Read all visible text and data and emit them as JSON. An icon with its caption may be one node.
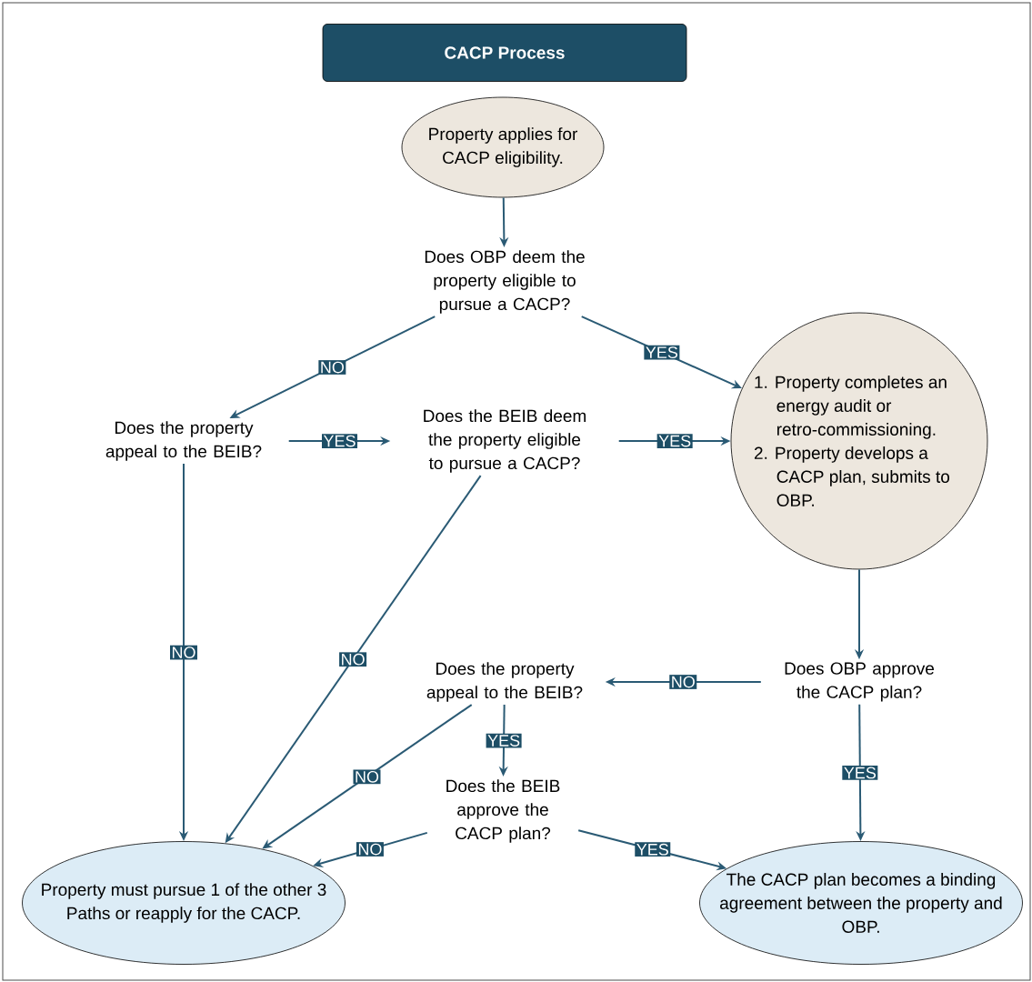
{
  "diagram": {
    "title": "CACP Process",
    "nodes": [
      {
        "text": [
          "Property applies for CACP eligibility."
        ]
      },
      {
        "text": [
          "Does OBP deem the property eligible to pursue a CACP?"
        ]
      },
      {
        "text": [
          "Does the property appeal to the BEIB?"
        ]
      },
      {
        "text": [
          "Does the BEIB deem the property eligible to pursue a CACP?"
        ]
      },
      {
        "text": [
          "1. Property completes an energy audit or retro-commissioning.",
          "2. Property develops a CACP plan, submits to OBP."
        ]
      },
      {
        "text": [
          "Does OBP approve the CACP plan?"
        ]
      },
      {
        "text": [
          "Does the property appeal to the BEIB?"
        ]
      },
      {
        "text": [
          "Does the BEIB approve the CACP plan?"
        ]
      },
      {
        "text": [
          "Property must pursue 1 of the other 3 Paths or reapply for the CACP."
        ]
      },
      {
        "text": [
          "The CACP plan becomes a binding agreement between the property and OBP."
        ]
      }
    ],
    "edges": [
      {
        "from": 0,
        "to": 1,
        "arrow": "to"
      },
      {
        "from": 1,
        "to": 2,
        "arrow": "to",
        "label": "NO"
      },
      {
        "from": 1,
        "to": 4,
        "arrow": "to",
        "label": "YES"
      },
      {
        "from": 2,
        "to": 3,
        "arrow": "to",
        "label": "YES"
      },
      {
        "from": 3,
        "to": 4,
        "arrow": "to",
        "label": "YES"
      },
      {
        "from": 2,
        "to": 8,
        "arrow": "to",
        "label": "NO"
      },
      {
        "from": 3,
        "to": 8,
        "arrow": "to",
        "label": "NO"
      },
      {
        "from": 4,
        "to": 5,
        "arrow": "to"
      },
      {
        "from": 5,
        "to": 6,
        "arrow": "to",
        "label": "NO"
      },
      {
        "from": 5,
        "to": 9,
        "arrow": "to",
        "label": "YES"
      },
      {
        "from": 6,
        "to": 7,
        "arrow": "to",
        "label": "YES"
      },
      {
        "from": 6,
        "to": 8,
        "arrow": "to",
        "label": "NO"
      },
      {
        "from": 7,
        "to": 8,
        "arrow": "to",
        "label": "NO"
      },
      {
        "from": 7,
        "to": 9,
        "arrow": "to",
        "label": "YES"
      }
    ]
  }
}
